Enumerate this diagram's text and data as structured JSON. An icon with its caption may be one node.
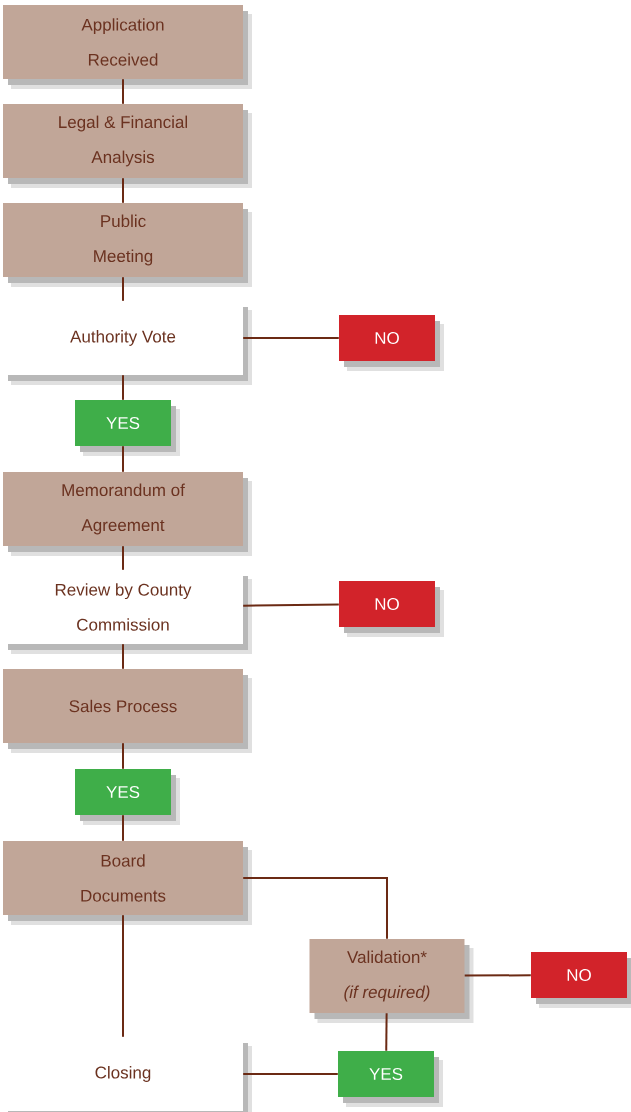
{
  "diagram": {
    "nodes": [
      {
        "text": [
          "Application Received"
        ]
      },
      {
        "text": [
          "Legal & Financial Analysis"
        ]
      },
      {
        "text": [
          "Public Meeting"
        ]
      },
      {
        "text": [
          "Authority Vote"
        ]
      },
      {
        "text": [
          "NO"
        ]
      },
      {
        "text": [
          "YES"
        ]
      },
      {
        "text": [
          "Memorandum of Agreement"
        ]
      },
      {
        "text": [
          "Review by County Commission"
        ]
      },
      {
        "text": [
          "NO"
        ]
      },
      {
        "text": [
          "Sales Process"
        ]
      },
      {
        "text": [
          "YES"
        ]
      },
      {
        "text": [
          "Board Documents"
        ]
      },
      {
        "text": [
          "Validation*",
          "(if required)"
        ]
      },
      {
        "text": [
          "NO"
        ]
      },
      {
        "text": [
          "YES"
        ]
      },
      {
        "text": [
          "Closing"
        ]
      }
    ],
    "edges": [
      {
        "from": 0,
        "to": 1,
        "arrow": "none"
      },
      {
        "from": 1,
        "to": 2,
        "arrow": "none"
      },
      {
        "from": 2,
        "to": 3,
        "arrow": "none"
      },
      {
        "from": 3,
        "to": 4,
        "arrow": "none"
      },
      {
        "from": 3,
        "to": 5,
        "arrow": "none"
      },
      {
        "from": 5,
        "to": 6,
        "arrow": "none"
      },
      {
        "from": 6,
        "to": 7,
        "arrow": "none"
      },
      {
        "from": 7,
        "to": 8,
        "arrow": "none"
      },
      {
        "from": 7,
        "to": 9,
        "arrow": "none"
      },
      {
        "from": 9,
        "to": 10,
        "arrow": "none"
      },
      {
        "from": 10,
        "to": 11,
        "arrow": "none"
      },
      {
        "from": 11,
        "to": 12,
        "arrow": "none"
      },
      {
        "from": 11,
        "to": 15,
        "arrow": "none"
      },
      {
        "from": 12,
        "to": 13,
        "arrow": "none"
      },
      {
        "from": 12,
        "to": 14,
        "arrow": "none"
      },
      {
        "from": 14,
        "to": 15,
        "arrow": "none"
      }
    ]
  }
}
